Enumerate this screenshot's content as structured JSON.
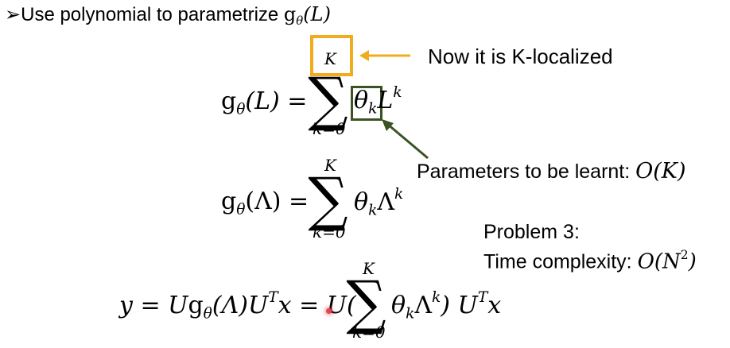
{
  "bullet": {
    "arrow": "➢",
    "text": "Use polynomial to parametrize ",
    "g": "g",
    "theta": "θ",
    "arg": "(L)"
  },
  "annotations": {
    "k_localized": "Now it is K-localized",
    "params_prefix": "Parameters to be learnt: ",
    "params_value": "O(K)",
    "problem_title": "Problem 3:",
    "problem_prefix": "Time complexity: ",
    "problem_O": "O(N",
    "problem_exp": "2",
    "problem_close": ")"
  },
  "eq1": {
    "lhs_g": "g",
    "lhs_sub": "θ",
    "lhs_arg": "(L) =",
    "upper": "K",
    "lower": "k=0",
    "sigma": "∑",
    "theta": "θ",
    "theta_sub": "k",
    "var": "L",
    "exp": "k"
  },
  "eq2": {
    "lhs_g": "g",
    "lhs_sub": "θ",
    "lhs_arg": "(Λ) =",
    "upper": "K",
    "lower": "k=0",
    "sigma": "∑",
    "theta": "θ",
    "theta_sub": "k",
    "var": "Λ",
    "exp": "k"
  },
  "eq3": {
    "lhs": "y = U",
    "g": "g",
    "g_sub": "θ",
    "arg": "(Λ)U",
    "t1": "T",
    "mid": "x = U(",
    "upper": "K",
    "lower": "k=0",
    "sigma": "∑",
    "theta": "θ",
    "theta_sub": "k",
    "var": "Λ",
    "exp": "k",
    "close": ") U",
    "t2": "T",
    "tail": "x"
  },
  "colors": {
    "orange_box": "#f0ac1e",
    "green_box": "#3b5323",
    "cursor": "#e8434e"
  }
}
